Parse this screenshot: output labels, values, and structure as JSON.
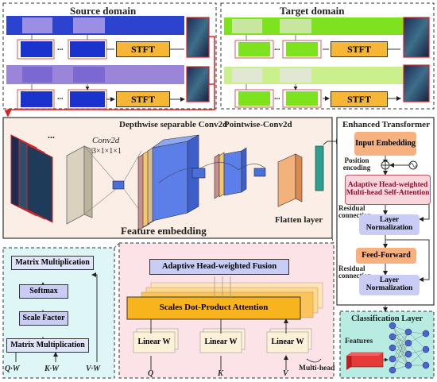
{
  "domains": {
    "source_label": "Source domain",
    "target_label": "Target domain",
    "stft_label": "STFT",
    "ellipsis": "..."
  },
  "feature": {
    "depthwise_label": "Depthwise separable Conv2d",
    "pointwise_label": "Pointwise-Conv2d",
    "conv2d_label": "Conv2d",
    "kernel_label": "3×1×1×1",
    "flatten_label": "Flatten layer",
    "embedding_label": "Feature embedding",
    "dots": "..."
  },
  "transformer": {
    "title": "Enhanced Transformer",
    "input_embedding": "Input Embedding",
    "position_encoding": "Position encoding",
    "attention": "Adaptive Head-weighted Multi-head Self-Attention",
    "residual1": "Residual connection",
    "norm1": "Layer Normalization",
    "feed_forward": "Feed-Forward",
    "residual2": "Residual connection",
    "norm2": "Layer Normalization"
  },
  "classification": {
    "title": "Classification Layer",
    "features": "Features"
  },
  "attention_detail": {
    "matmul_top": "Matrix Multiplication",
    "softmax": "Softmax",
    "scale": "Scale Factor",
    "matmul_bottom": "Matrix Multiplication",
    "q_in": "Q·W",
    "k_in": "K·W",
    "v_in": "V·W"
  },
  "multihead": {
    "fusion": "Adaptive Head-weighted Fusion",
    "sdpa": "Scales Dot-Product Attention",
    "linear_q": "Linear W",
    "linear_k": "Linear W",
    "linear_v": "Linear W",
    "q": "Q",
    "k": "K",
    "v": "V",
    "multi_head": "Multi-head"
  },
  "colors": {
    "source_signal": "#1a33cc",
    "source_highlight": "#a98fe0",
    "target_signal": "#7fe21e",
    "stft_fill": "#f5b735",
    "feature_panel_bg": "#fbeee7",
    "transformer_blue": "#c9cdf5",
    "transformer_orange": "#f6b17e",
    "attention_pink": "#f9d6dc",
    "classification_bg": "#b8ece2",
    "detail_bg_left": "#dff6f6",
    "detail_bg_right": "#fbe3e7"
  }
}
